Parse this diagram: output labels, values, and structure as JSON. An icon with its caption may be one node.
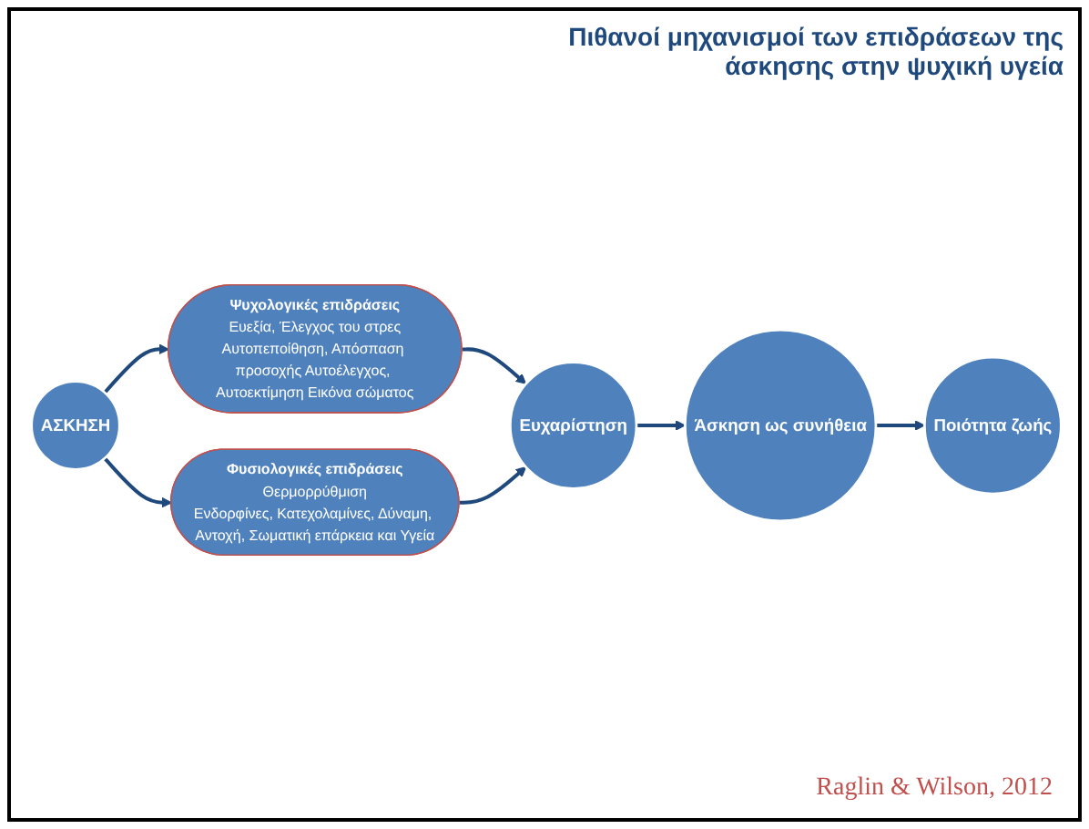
{
  "diagram": {
    "title": "Πιθανοί μηχανισμοί των επιδράσεων της άσκησης στην ψυχική υγεία",
    "nodes": [
      {
        "text": [
          "Ψυχολογικές επιδράσεις",
          "Ευεξία, Έλεγχος του στρες",
          "Αυτοπεποίθηση, Απόσπαση προσοχής Αυτοέλεγχος, Αυτοεκτίμηση Εικόνα σώματος"
        ]
      },
      {
        "text": [
          "ΑΣΚΗΣΗ"
        ]
      },
      {
        "text": [
          "Ευχαρίστηση"
        ]
      },
      {
        "text": [
          "Άσκηση ως συνήθεια"
        ]
      },
      {
        "text": [
          "Ποιότητα ζωής"
        ]
      },
      {
        "text": [
          "Φυσιολογικές επιδράσεις",
          "Θερμορρύθμιση",
          "Ενδορφίνες, Κατεχολαμίνες, Δύναμη, Αντοχή, Σωματική επάρκεια και Υγεία"
        ]
      }
    ],
    "edges": [
      {
        "from": 1,
        "to": 0,
        "arrow": "to"
      },
      {
        "from": 1,
        "to": 5,
        "arrow": "to"
      },
      {
        "from": 0,
        "to": 2,
        "arrow": "to"
      },
      {
        "from": 5,
        "to": 2,
        "arrow": "to"
      },
      {
        "from": 2,
        "to": 3,
        "arrow": "to"
      },
      {
        "from": 3,
        "to": 4,
        "arrow": "to"
      }
    ],
    "labels": [
      "Raglin & Wilson, 2012"
    ]
  }
}
